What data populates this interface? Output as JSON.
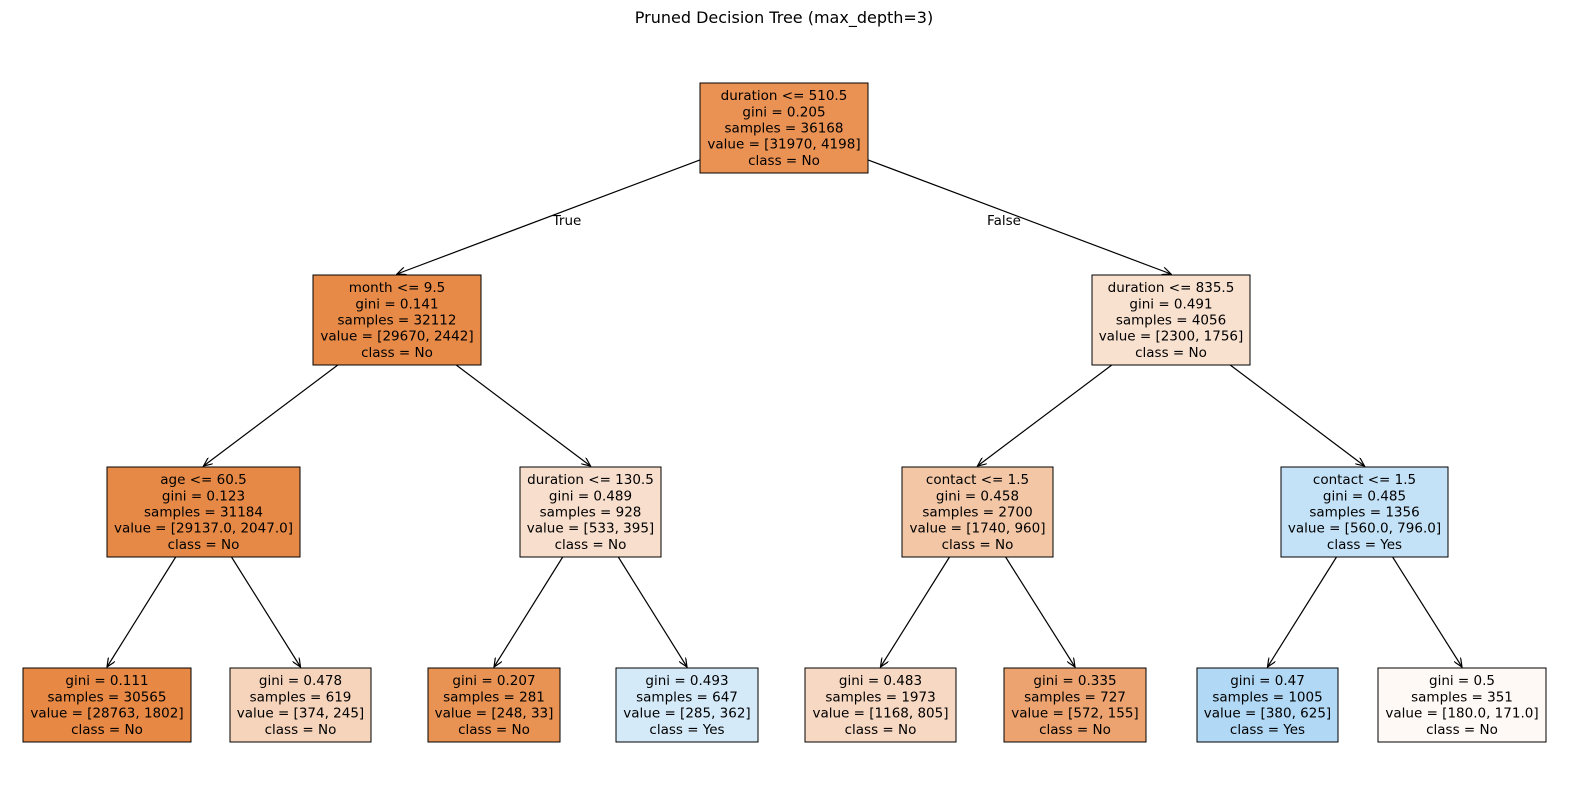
{
  "title": "Pruned Decision Tree (max_depth=3)",
  "colors": {
    "no_strong": "#e58139",
    "yes_strong": "#399de5",
    "edge": "#000000",
    "node_border": "#000000"
  },
  "edge_labels": {
    "true": "True",
    "false": "False"
  },
  "nodes": [
    {
      "id": "n0",
      "lines": [
        "duration <= 510.5",
        "gini = 0.205",
        "samples = 36168",
        "value = [31970, 4198]",
        "class = No"
      ],
      "fill": "#ea9254"
    },
    {
      "id": "n1",
      "lines": [
        "month <= 9.5",
        "gini = 0.141",
        "samples = 32112",
        "value = [29670, 2442]",
        "class = No"
      ],
      "fill": "#e78a48"
    },
    {
      "id": "n2",
      "lines": [
        "duration <= 835.5",
        "gini = 0.491",
        "samples = 4056",
        "value = [2300, 1756]",
        "class = No"
      ],
      "fill": "#f9e1d0"
    },
    {
      "id": "n3",
      "lines": [
        "age <= 60.5",
        "gini = 0.123",
        "samples = 31184",
        "value = [29137.0, 2047.0]",
        "class = No"
      ],
      "fill": "#e78946"
    },
    {
      "id": "n4",
      "lines": [
        "duration <= 130.5",
        "gini = 0.489",
        "samples = 928",
        "value = [533, 395]",
        "class = No"
      ],
      "fill": "#f8decc"
    },
    {
      "id": "n5",
      "lines": [
        "contact <= 1.5",
        "gini = 0.458",
        "samples = 2700",
        "value = [1740, 960]",
        "class = No"
      ],
      "fill": "#f3c7a6"
    },
    {
      "id": "n6",
      "lines": [
        "contact <= 1.5",
        "gini = 0.485",
        "samples = 1356",
        "value = [560.0, 796.0]",
        "class = Yes"
      ],
      "fill": "#c4e2f7"
    },
    {
      "id": "n7",
      "lines": [
        "gini = 0.111",
        "samples = 30565",
        "value = [28763, 1802]",
        "class = No"
      ],
      "fill": "#e78945"
    },
    {
      "id": "n8",
      "lines": [
        "gini = 0.478",
        "samples = 619",
        "value = [374, 245]",
        "class = No"
      ],
      "fill": "#f6d4bb"
    },
    {
      "id": "n9",
      "lines": [
        "gini = 0.207",
        "samples = 281",
        "value = [248, 33]",
        "class = No"
      ],
      "fill": "#e89253"
    },
    {
      "id": "n10",
      "lines": [
        "gini = 0.493",
        "samples = 647",
        "value = [285, 362]",
        "class = Yes"
      ],
      "fill": "#d5eaf9"
    },
    {
      "id": "n11",
      "lines": [
        "gini = 0.483",
        "samples = 1973",
        "value = [1168, 805]",
        "class = No"
      ],
      "fill": "#f7d8c2"
    },
    {
      "id": "n12",
      "lines": [
        "gini = 0.335",
        "samples = 727",
        "value = [572, 155]",
        "class = No"
      ],
      "fill": "#eca36f"
    },
    {
      "id": "n13",
      "lines": [
        "gini = 0.47",
        "samples = 1005",
        "value = [380, 625]",
        "class = Yes"
      ],
      "fill": "#b1d8f5"
    },
    {
      "id": "n14",
      "lines": [
        "gini = 0.5",
        "samples = 351",
        "value = [180.0, 171.0]",
        "class = No"
      ],
      "fill": "#fef9f5"
    }
  ],
  "edges": [
    {
      "from": "n0",
      "to": "n1",
      "label": "true"
    },
    {
      "from": "n0",
      "to": "n2",
      "label": "false"
    },
    {
      "from": "n1",
      "to": "n3"
    },
    {
      "from": "n1",
      "to": "n4"
    },
    {
      "from": "n2",
      "to": "n5"
    },
    {
      "from": "n2",
      "to": "n6"
    },
    {
      "from": "n3",
      "to": "n7"
    },
    {
      "from": "n3",
      "to": "n8"
    },
    {
      "from": "n4",
      "to": "n9"
    },
    {
      "from": "n4",
      "to": "n10"
    },
    {
      "from": "n5",
      "to": "n11"
    },
    {
      "from": "n5",
      "to": "n12"
    },
    {
      "from": "n6",
      "to": "n13"
    },
    {
      "from": "n6",
      "to": "n14"
    }
  ]
}
